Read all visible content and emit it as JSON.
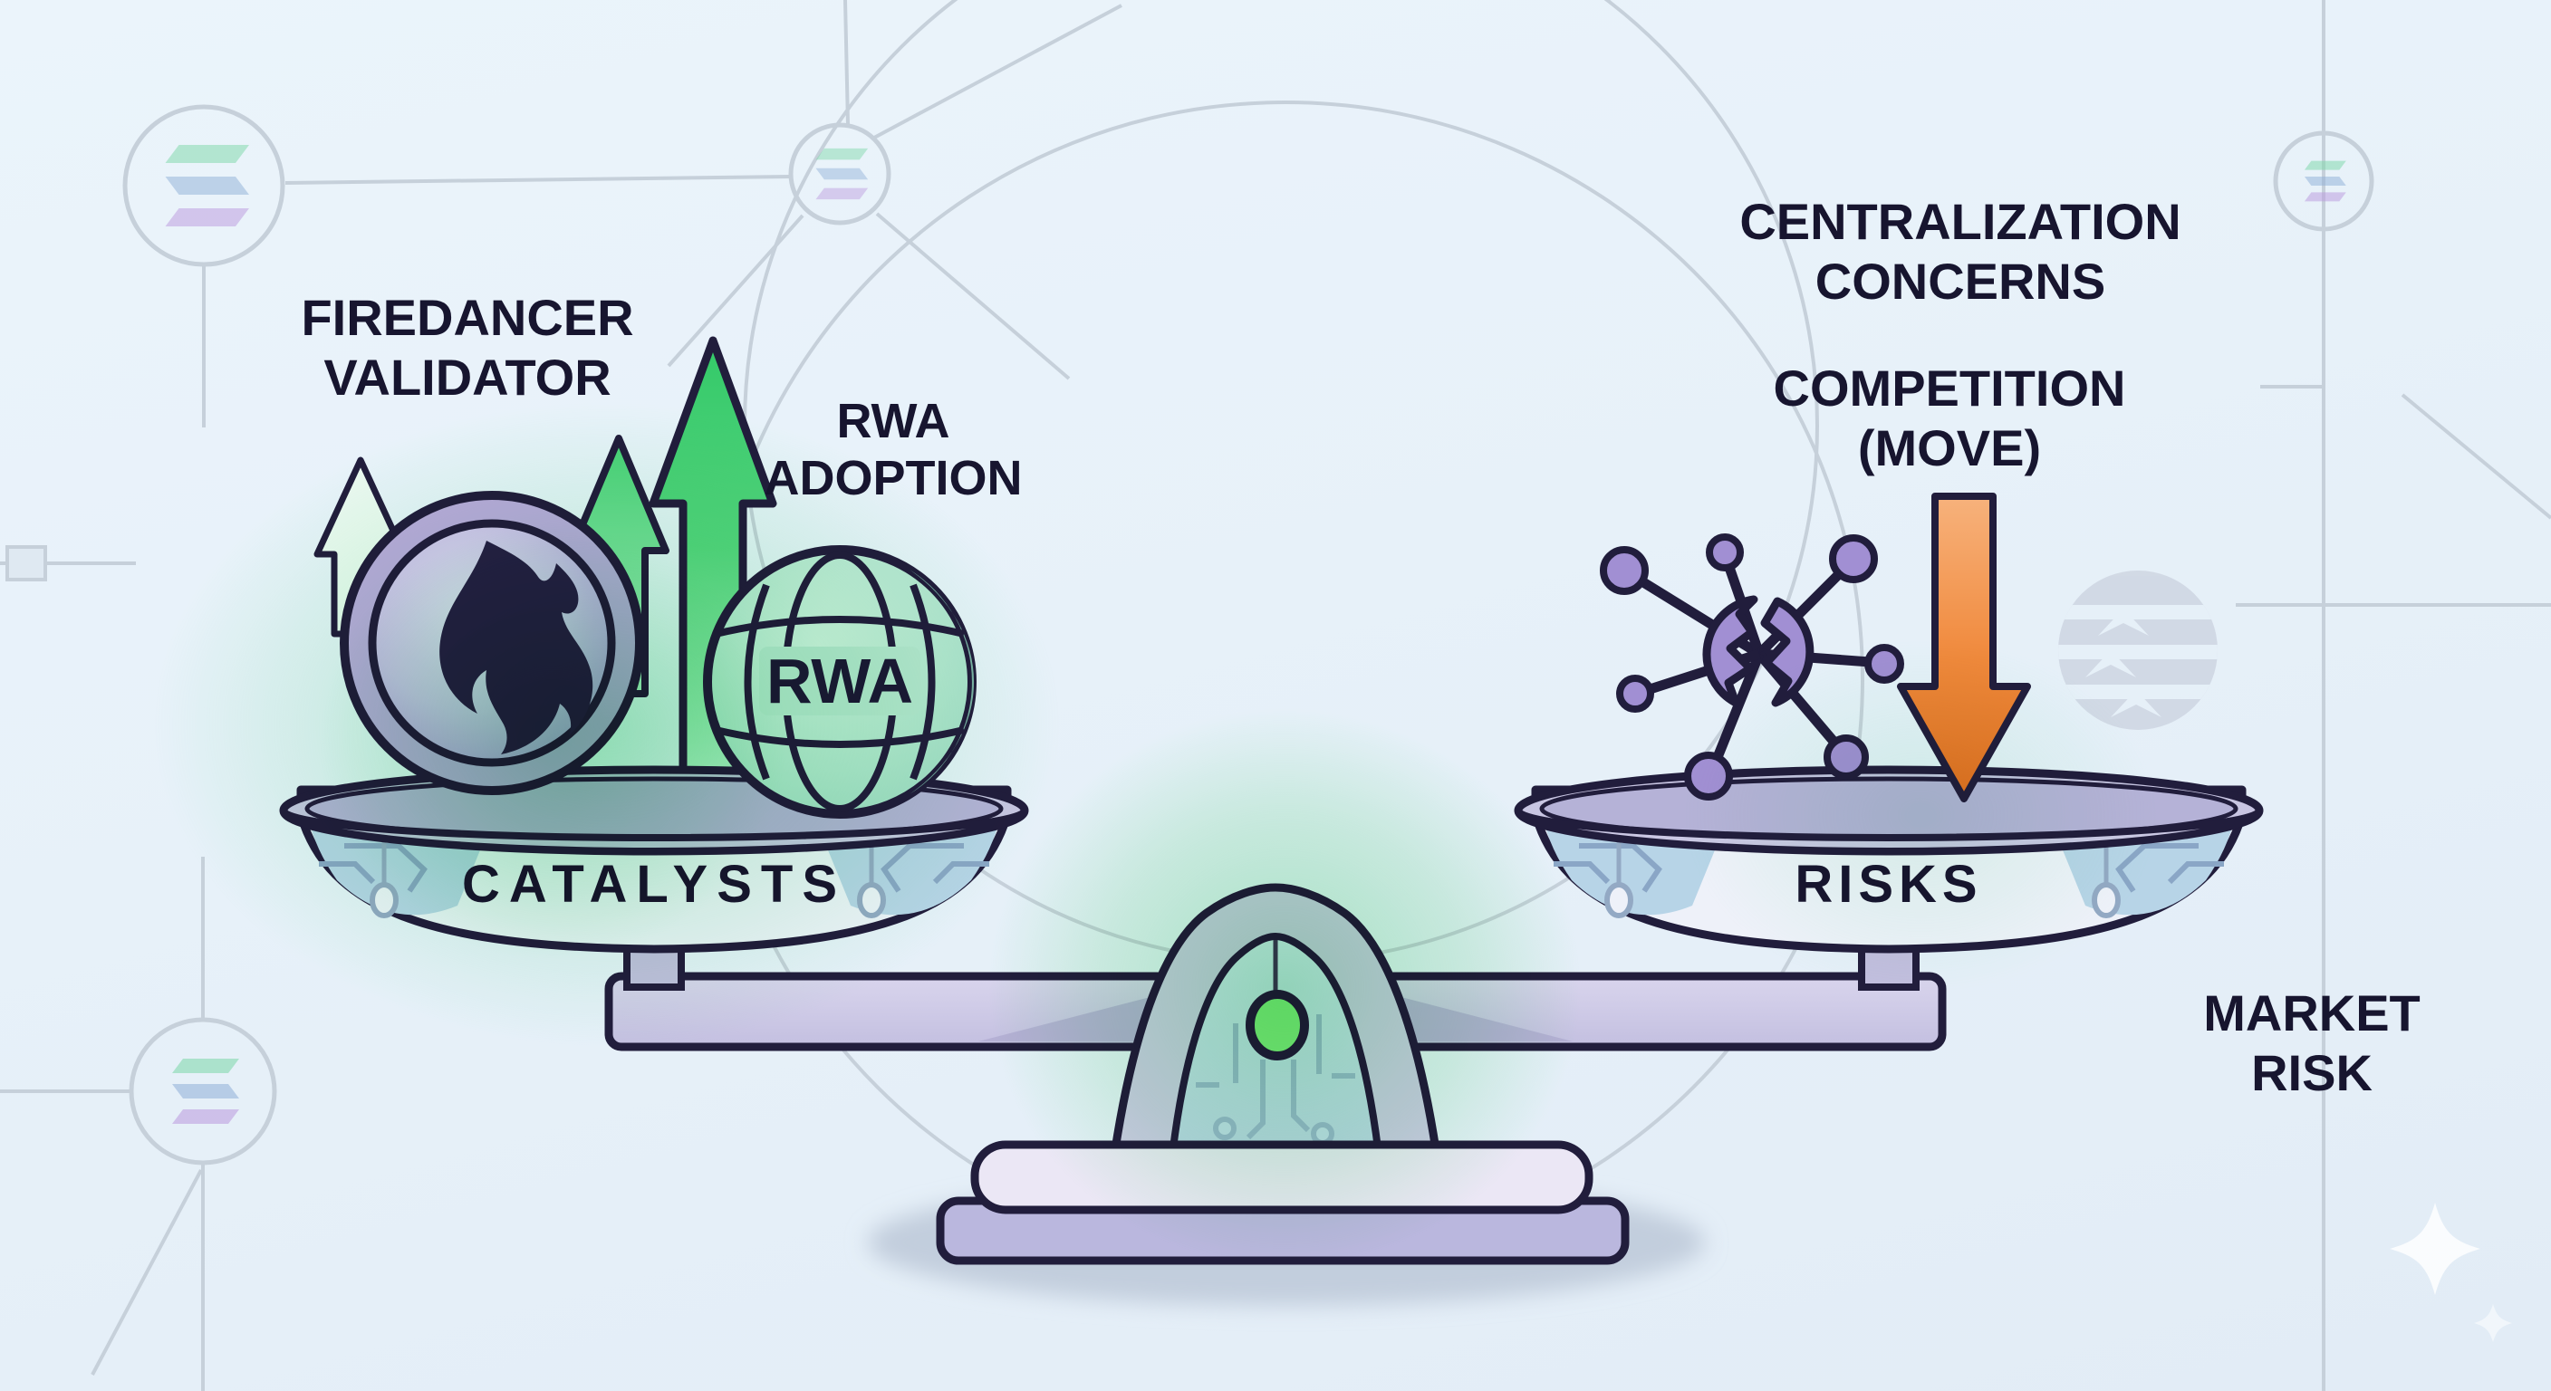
{
  "page": {
    "type": "infographic-illustration",
    "subject": "balance scale weighing catalysts against risks"
  },
  "left_side": {
    "label_firedancer": {
      "line1": "FIREDANCER",
      "line2": "VALIDATOR"
    },
    "label_rwa_adoption": {
      "line1": "RWA",
      "line2": "ADOPTION"
    },
    "pan_label": "CATALYSTS",
    "rwa_coin_text": "RWA"
  },
  "right_side": {
    "label_centralization": {
      "line1": "CENTRALIZATION",
      "line2": "CONCERNS"
    },
    "label_competition": {
      "line1": "COMPETITION",
      "line2": "(MOVE)"
    },
    "label_market_risk": {
      "line1": "MARKET",
      "line2": "RISK"
    },
    "pan_label": "RISKS"
  },
  "icons": [
    "flame-coin-icon",
    "rwa-globe-coin-icon",
    "big-up-arrow-icon",
    "small-up-arrow-icon",
    "pale-up-arrow-icon",
    "down-arrow-icon",
    "broken-network-icon",
    "balance-scale-icon",
    "solana-logo-icon",
    "solana-coin-watermark-icon",
    "sparkle-icon"
  ],
  "colors": {
    "background": "#e8f1f8",
    "outline": "#211d3c",
    "text": "#17152f",
    "up_green": "#3ecf6e",
    "down_orange": "#ee7a28",
    "mint_glow": "#8ce4ae",
    "coin_purple": "#bdaade",
    "coin_teal": "#a8dec9",
    "node_purple": "#a18fd3",
    "pan_lavender": "#c8c5e2",
    "pan_body": "#eef1f9",
    "circuit_patch_blue": "#b7d4e7",
    "pivot_green": "#82e57f",
    "circuit_line": "#c6d0da"
  }
}
